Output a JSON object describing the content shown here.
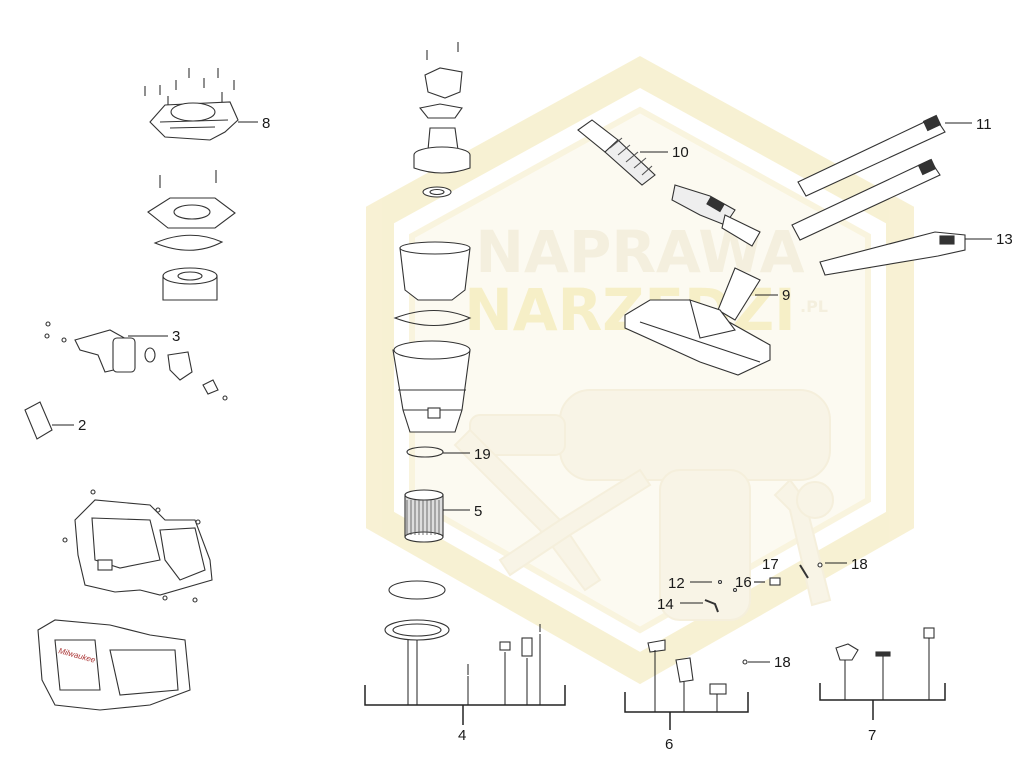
{
  "watermark": {
    "line1": "NAPRAWA",
    "line2": "NARZEDZI",
    "suffix": ".PL",
    "color": "#f2e6b0"
  },
  "callouts": [
    {
      "id": "part-8",
      "label": "8"
    },
    {
      "id": "part-3",
      "label": "3"
    },
    {
      "id": "part-2",
      "label": "2"
    },
    {
      "id": "part-10",
      "label": "10"
    },
    {
      "id": "part-11",
      "label": "11"
    },
    {
      "id": "part-13",
      "label": "13"
    },
    {
      "id": "part-9",
      "label": "9"
    },
    {
      "id": "part-19",
      "label": "19"
    },
    {
      "id": "part-5",
      "label": "5"
    },
    {
      "id": "part-17",
      "label": "17"
    },
    {
      "id": "part-18a",
      "label": "18"
    },
    {
      "id": "part-12",
      "label": "12"
    },
    {
      "id": "part-16",
      "label": "16"
    },
    {
      "id": "part-14",
      "label": "14"
    },
    {
      "id": "part-18b",
      "label": "18"
    },
    {
      "id": "part-4",
      "label": "4"
    },
    {
      "id": "part-6",
      "label": "6"
    },
    {
      "id": "part-7",
      "label": "7"
    }
  ],
  "housing_brand": "Milwaukee"
}
